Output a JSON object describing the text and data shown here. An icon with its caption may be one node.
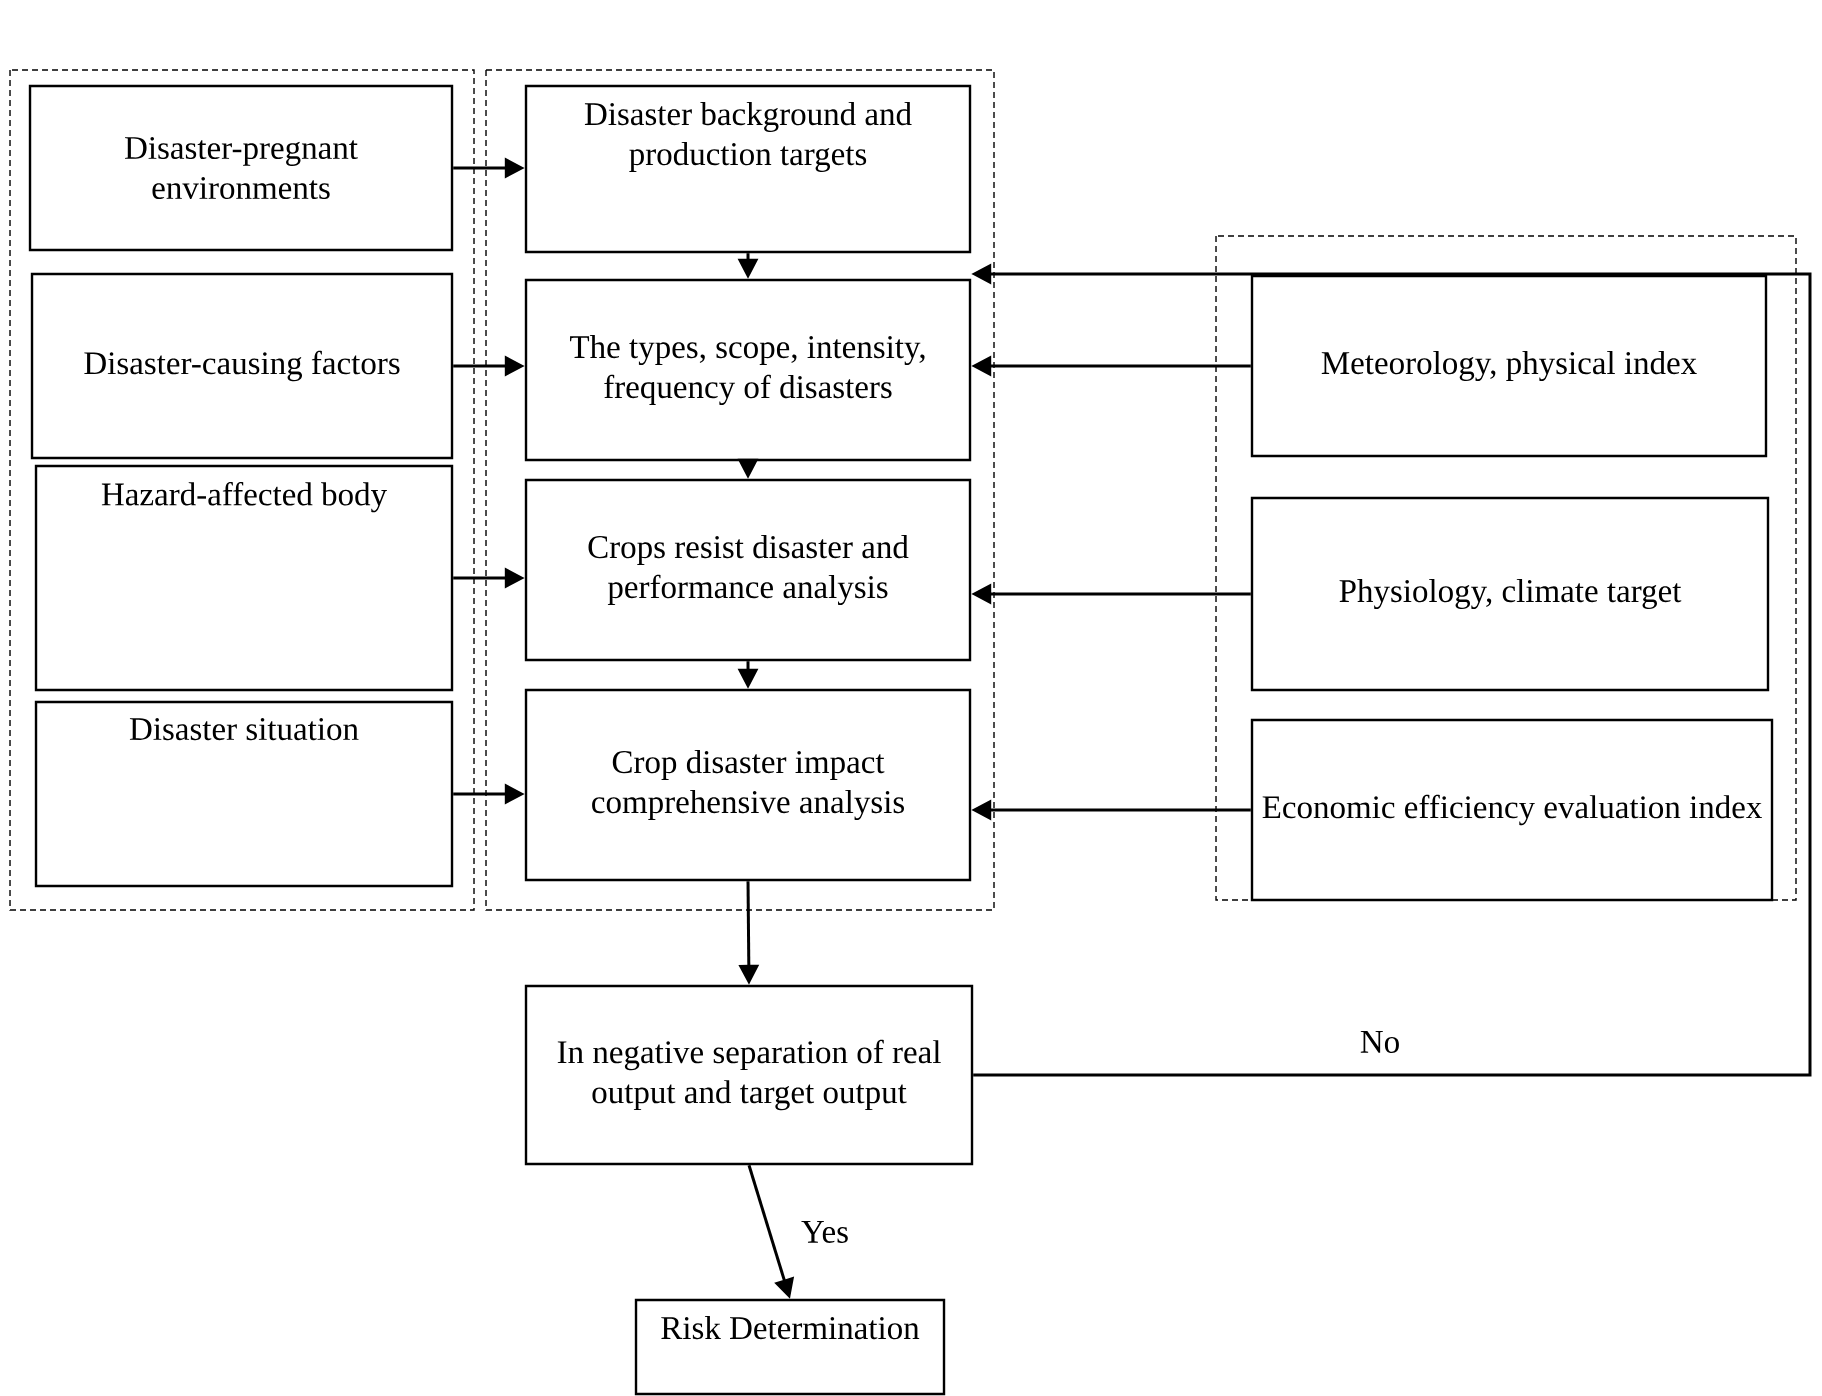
{
  "diagram": {
    "nodes": [
      {
        "text": [
          "Disaster-pregnant environments"
        ]
      },
      {
        "text": [
          "Disaster-causing factors"
        ]
      },
      {
        "text": [
          "Hazard-affected body"
        ]
      },
      {
        "text": [
          "Disaster situation"
        ]
      },
      {
        "text": [
          "Disaster background and production targets"
        ]
      },
      {
        "text": [
          "The types, scope, intensity, frequency of disasters"
        ]
      },
      {
        "text": [
          "Crops resist disaster and performance analysis"
        ]
      },
      {
        "text": [
          "Crop disaster impact comprehensive analysis"
        ]
      },
      {
        "text": [
          "Meteorology, physical index"
        ]
      },
      {
        "text": [
          "Physiology, climate target"
        ]
      },
      {
        "text": [
          "Economic efficiency evaluation index"
        ]
      },
      {
        "text": [
          "In negative separation of real output and target output"
        ]
      },
      {
        "text": [
          "Risk Determination"
        ]
      }
    ],
    "edges": [
      {
        "from": 0,
        "to": 4,
        "arrow": "to"
      },
      {
        "from": 1,
        "to": 5,
        "arrow": "to"
      },
      {
        "from": 2,
        "to": 6,
        "arrow": "to"
      },
      {
        "from": 3,
        "to": 7,
        "arrow": "to"
      },
      {
        "from": 4,
        "to": 5,
        "arrow": "to"
      },
      {
        "from": 5,
        "to": 6,
        "arrow": "to"
      },
      {
        "from": 6,
        "to": 7,
        "arrow": "to"
      },
      {
        "from": 8,
        "to": 5,
        "arrow": "to"
      },
      {
        "from": 9,
        "to": 6,
        "arrow": "to"
      },
      {
        "from": 10,
        "to": 7,
        "arrow": "to"
      },
      {
        "from": 7,
        "to": 11,
        "arrow": "to"
      },
      {
        "from": 11,
        "to": 12,
        "label": "Yes",
        "arrow": "to"
      },
      {
        "from": 11,
        "to": 4,
        "label": "No",
        "arrow": "to"
      }
    ]
  }
}
